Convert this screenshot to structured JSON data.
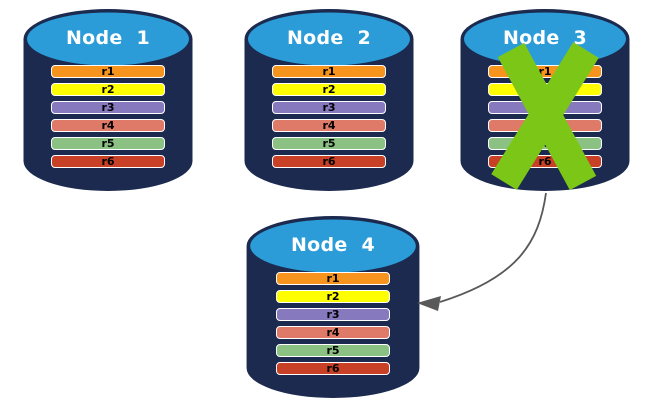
{
  "colors": {
    "background": "#FFFFFF",
    "cylinder_body": "#1B2A4E",
    "cylinder_top": "#2B9CD8",
    "node_title_text": "#FFFFFF",
    "row_label_text": "#000000",
    "row_border": "#FFFFFF",
    "cross": "#7CC618",
    "arrow": "#595959"
  },
  "nodes": [
    {
      "title": "Node 1",
      "rows": [
        {
          "label": "r1",
          "color": "#F7941D"
        },
        {
          "label": "r2",
          "color": "#FFFF00"
        },
        {
          "label": "r3",
          "color": "#8779BE"
        },
        {
          "label": "r4",
          "color": "#DF7A68"
        },
        {
          "label": "r5",
          "color": "#8BC183"
        },
        {
          "label": "r6",
          "color": "#C84127"
        }
      ]
    },
    {
      "title": "Node 2",
      "rows": [
        {
          "label": "r1",
          "color": "#F7941D"
        },
        {
          "label": "r2",
          "color": "#FFFF00"
        },
        {
          "label": "r3",
          "color": "#8779BE"
        },
        {
          "label": "r4",
          "color": "#DF7A68"
        },
        {
          "label": "r5",
          "color": "#8BC183"
        },
        {
          "label": "r6",
          "color": "#C84127"
        }
      ]
    },
    {
      "title": "Node 3",
      "rows": [
        {
          "label": "r1",
          "color": "#F7941D"
        },
        {
          "label": "r2",
          "color": "#FFFF00"
        },
        {
          "label": "r3",
          "color": "#8779BE"
        },
        {
          "label": "r4",
          "color": "#DF7A68"
        },
        {
          "label": "r5",
          "color": "#8BC183"
        },
        {
          "label": "r6",
          "color": "#C84127"
        }
      ]
    },
    {
      "title": "Node 4",
      "rows": [
        {
          "label": "r1",
          "color": "#F7941D"
        },
        {
          "label": "r2",
          "color": "#FFFF00"
        },
        {
          "label": "r3",
          "color": "#8779BE"
        },
        {
          "label": "r4",
          "color": "#DF7A68"
        },
        {
          "label": "r5",
          "color": "#8BC183"
        },
        {
          "label": "r6",
          "color": "#C84127"
        }
      ]
    }
  ],
  "annotations": {
    "failure_cross_on": "Node 3",
    "arrow": {
      "from": "Node 3",
      "to": "Node 4"
    }
  }
}
